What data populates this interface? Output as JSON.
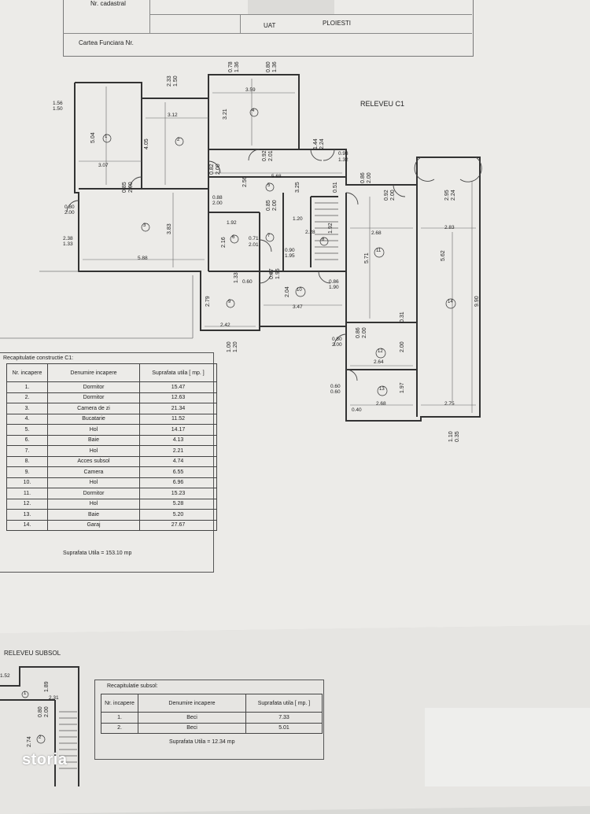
{
  "header": {
    "nr_cadastral_label": "Nr. cadastral",
    "carte_funciara_label": "Cartea Funciara Nr.",
    "uat_label": "UAT",
    "uat_value": "PLOIESTI"
  },
  "plan_c1": {
    "title": "RELEVEU C1",
    "room_numbers": [
      "1",
      "2",
      "3",
      "4",
      "5",
      "6",
      "7",
      "8",
      "9",
      "10",
      "11",
      "12",
      "13",
      "14"
    ],
    "dimensions": {
      "r1_w": "3.07",
      "r1_h": "5.04",
      "r2_w": "3.12",
      "r2_h": "4.05",
      "r3_w": "5.88",
      "r3_h": "3.83",
      "r4_w": "3.59",
      "r4_h": "3.21",
      "r5_w": "5.68",
      "r5_h": "2.56",
      "r5_h2": "3.25",
      "r6_w": "1.92",
      "r6_h": "2.16",
      "r7_a": "0.71",
      "r7_b": "2.01",
      "r8_w": "2.28",
      "r8_h": "1.92",
      "stair_w": "1.20",
      "r9_w": "2.42",
      "r9_h": "2.79",
      "r10_w": "3.47",
      "r10_h": "2.04",
      "r11_w": "2.68",
      "r11_h": "5.71",
      "r12_w": "2.64",
      "r12_h": "2.00",
      "r13_w": "2.68",
      "r13_h": "1.97",
      "r14_w1": "2.83",
      "r14_w2": "2.75",
      "r14_h": "5.62",
      "r14_h2": "9.90",
      "w1": "1.56",
      "w1b": "1.50",
      "w2": "2.33",
      "w2b": "1.50",
      "w3": "0.78",
      "w3b": "1.36",
      "w4": "0.80",
      "w4b": "1.36",
      "d1": "0.80",
      "d1b": "2.00",
      "d2": "0.85",
      "d2b": "2.00",
      "d3": "0.82",
      "d3b": "2.00",
      "d4": "2.38",
      "d4b": "1.33",
      "d5": "0.88",
      "d5b": "2.00",
      "d6": "0.85",
      "d6b": "2.00",
      "d7": "0.92",
      "d7b": "2.01",
      "d8": "1.44",
      "d8b": "2.24",
      "d9": "0.93",
      "d9b": "1.32",
      "d10": "0.86",
      "d10b": "2.00",
      "d11": "0.92",
      "d11b": "2.00",
      "d12": "2.95",
      "d12b": "2.24",
      "d13": "0.90",
      "d13b": "1.95",
      "d14": "0.87",
      "d14b": "1.95",
      "d15": "0.86",
      "d15b": "1.90",
      "d16": "1.00",
      "d16b": "1.20",
      "d17": "0.80",
      "d17b": "2.00",
      "d18": "0.86",
      "d18b": "2.00",
      "d19": "0.60",
      "d19b": "0.60",
      "d20": "0.40",
      "d21": "1.10",
      "d21b": "0.35",
      "d22": "0.51",
      "d23": "0.31",
      "d24": "1.33",
      "d25": "0.60"
    }
  },
  "recap_c1": {
    "title": "Recapitulatie constructie C1:",
    "headers": [
      "Nr. incapere",
      "Denumire incapere",
      "Suprafata utila [ mp. ]"
    ],
    "rows": [
      [
        "1.",
        "Dormitor",
        "15.47"
      ],
      [
        "2.",
        "Dormitor",
        "12.63"
      ],
      [
        "3.",
        "Camera de zi",
        "21.34"
      ],
      [
        "4.",
        "Bucatarie",
        "11.52"
      ],
      [
        "5.",
        "Hol",
        "14.17"
      ],
      [
        "6.",
        "Baie",
        "4.13"
      ],
      [
        "7.",
        "Hol",
        "2.21"
      ],
      [
        "8.",
        "Acces subsol",
        "4.74"
      ],
      [
        "9.",
        "Camera",
        "6.55"
      ],
      [
        "10.",
        "Hol",
        "6.96"
      ],
      [
        "11.",
        "Dormitor",
        "15.23"
      ],
      [
        "12.",
        "Hol",
        "5.28"
      ],
      [
        "13.",
        "Baie",
        "5.20"
      ],
      [
        "14.",
        "Garaj",
        "27.67"
      ]
    ],
    "total": "Suprafata Utila = 153.10 mp"
  },
  "plan_subsol": {
    "title": "RELEVEU SUBSOL",
    "dims": [
      "1.52",
      "2.31",
      "1.89",
      "0.80",
      "2.00",
      "2.74"
    ],
    "rooms": [
      "1",
      "2"
    ]
  },
  "recap_subsol": {
    "title": "Recapitulatie subsol:",
    "headers": [
      "Nr. incapere",
      "Denumire incapere",
      "Suprafata utila [ mp. ]"
    ],
    "rows": [
      [
        "1.",
        "Beci",
        "7.33"
      ],
      [
        "2.",
        "Beci",
        "5.01"
      ]
    ],
    "total": "Suprafata Utila = 12.34 mp"
  },
  "watermark": "storia"
}
